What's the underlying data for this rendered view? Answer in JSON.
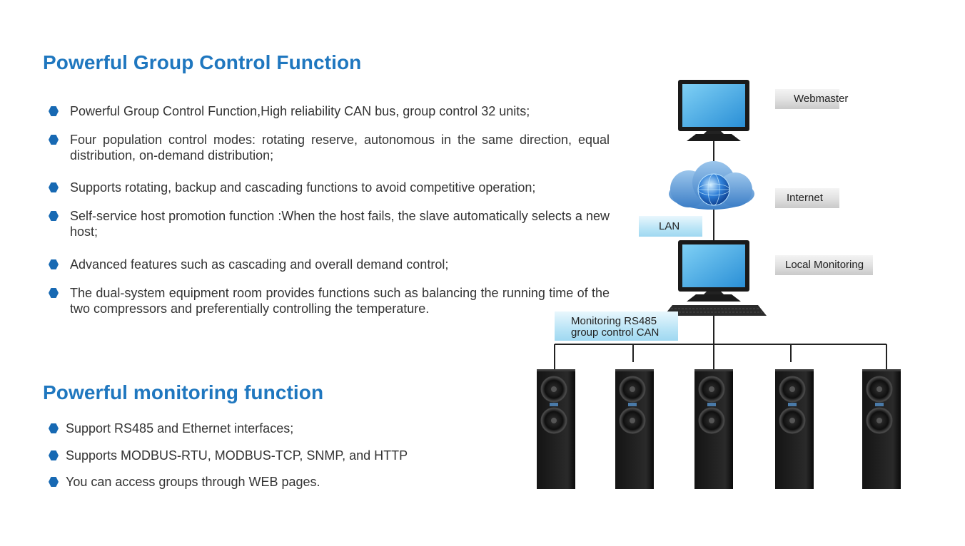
{
  "section1": {
    "title": "Powerful Group Control Function",
    "items": [
      "Powerful Group Control Function,High reliability CAN bus, group control 32 units;",
      "Four population control modes: rotating reserve, autonomous in the same direction, equal distribution, on-demand distribution;",
      "Supports rotating, backup and cascading functions to avoid competitive operation;",
      "Self-service host promotion function :When the host fails, the slave automatically selects a new host;",
      "Advanced features such as cascading and overall demand control;",
      "The dual-system equipment room provides functions such as balancing the running time of the two compressors and preferentially controlling the temperature."
    ]
  },
  "section2": {
    "title": "Powerful monitoring function",
    "items": [
      "Support RS485 and Ethernet interfaces;",
      "Supports MODBUS-RTU, MODBUS-TCP, SNMP, and HTTP",
      "You can access groups through WEB pages."
    ]
  },
  "diagram": {
    "webmaster_label": "Webmaster",
    "internet_label": "Internet",
    "lan_label": "LAN",
    "local_monitoring_label": "Local Monitoring",
    "bus_label_line1": "Monitoring RS485",
    "bus_label_line2": "group control CAN"
  },
  "colors": {
    "heading": "#1f77bf",
    "bullet": "#1769b3",
    "text": "#333333"
  }
}
